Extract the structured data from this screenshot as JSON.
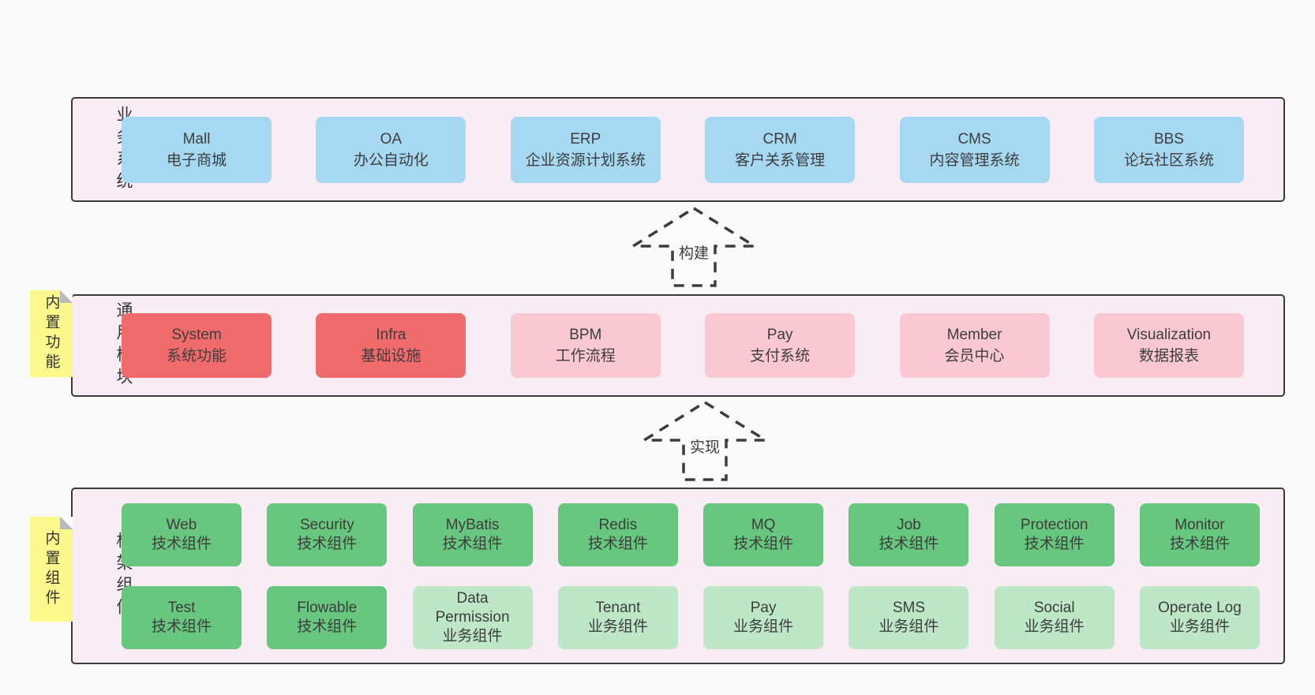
{
  "colors": {
    "page_bg": "#fafafa",
    "band_bg": "#f8edf5",
    "band_border": "#3a3a3a",
    "blue_box": "#a7d8f2",
    "red_box": "#f06b6b",
    "pink_box": "#f9c8d2",
    "green_box": "#67c77e",
    "light_green_box": "#bee7c8",
    "note_yellow": "#fbf88c"
  },
  "arrows": [
    {
      "label": "构建"
    },
    {
      "label": "实现"
    }
  ],
  "bands": [
    {
      "label": "业务系统",
      "boxes": [
        {
          "title": "Mall",
          "subtitle": "电子商城"
        },
        {
          "title": "OA",
          "subtitle": "办公自动化"
        },
        {
          "title": "ERP",
          "subtitle": "企业资源计划系统"
        },
        {
          "title": "CRM",
          "subtitle": "客户关系管理"
        },
        {
          "title": "CMS",
          "subtitle": "内容管理系统"
        },
        {
          "title": "BBS",
          "subtitle": "论坛社区系统"
        }
      ]
    },
    {
      "label": "通用模块",
      "note": "内置功能",
      "boxes": [
        {
          "title": "System",
          "subtitle": "系统功能"
        },
        {
          "title": "Infra",
          "subtitle": "基础设施"
        },
        {
          "title": "BPM",
          "subtitle": "工作流程"
        },
        {
          "title": "Pay",
          "subtitle": "支付系统"
        },
        {
          "title": "Member",
          "subtitle": "会员中心"
        },
        {
          "title": "Visualization",
          "subtitle": "数据报表"
        }
      ]
    },
    {
      "label": "框架组件",
      "note": "内置组件",
      "rows": [
        [
          {
            "title": "Web",
            "subtitle": "技术组件"
          },
          {
            "title": "Security",
            "subtitle": "技术组件"
          },
          {
            "title": "MyBatis",
            "subtitle": "技术组件"
          },
          {
            "title": "Redis",
            "subtitle": "技术组件"
          },
          {
            "title": "MQ",
            "subtitle": "技术组件"
          },
          {
            "title": "Job",
            "subtitle": "技术组件"
          },
          {
            "title": "Protection",
            "subtitle": "技术组件"
          },
          {
            "title": "Monitor",
            "subtitle": "技术组件"
          }
        ],
        [
          {
            "title": "Test",
            "subtitle": "技术组件"
          },
          {
            "title": "Flowable",
            "subtitle": "技术组件"
          },
          {
            "title": "Data Permission",
            "subtitle": "业务组件"
          },
          {
            "title": "Tenant",
            "subtitle": "业务组件"
          },
          {
            "title": "Pay",
            "subtitle": "业务组件"
          },
          {
            "title": "SMS",
            "subtitle": "业务组件"
          },
          {
            "title": "Social",
            "subtitle": "业务组件"
          },
          {
            "title": "Operate Log",
            "subtitle": "业务组件"
          }
        ]
      ]
    }
  ]
}
